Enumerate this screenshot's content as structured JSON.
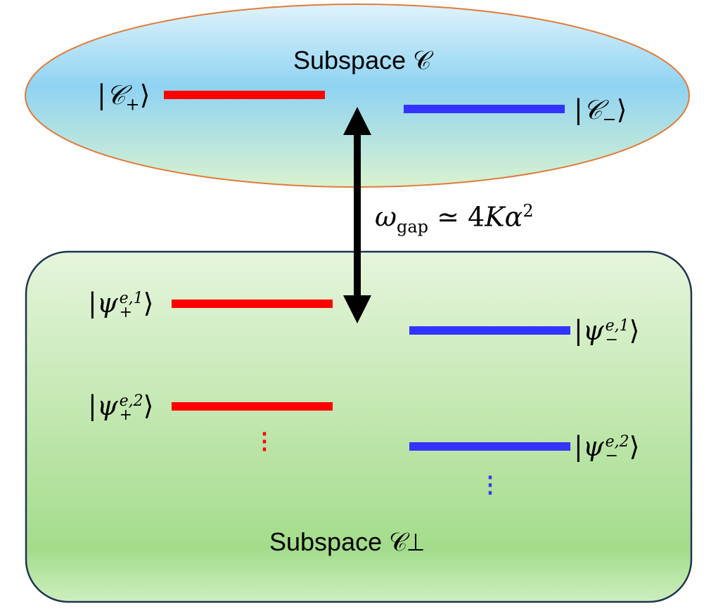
{
  "subspace_c": {
    "label": "Subspace 𝒞",
    "state_plus": {
      "ket": "|𝒞₊⟩",
      "color": "#ff0000"
    },
    "state_minus": {
      "ket": "|𝒞₋⟩",
      "color": "#3333ff"
    }
  },
  "gap": {
    "omega": "ω",
    "sub": "gap",
    "relation": "≃ 4Kα",
    "power": "2"
  },
  "subspace_perp": {
    "label": "Subspace 𝒞⊥",
    "levels": [
      {
        "ket": "|ψ₊^{e,1}⟩",
        "color": "#ff0000"
      },
      {
        "ket": "|ψ₋^{e,1}⟩",
        "color": "#3333ff"
      },
      {
        "ket": "|ψ₊^{e,2}⟩",
        "color": "#ff0000"
      },
      {
        "ket": "|ψ₋^{e,2}⟩",
        "color": "#3333ff"
      }
    ],
    "ellipsis_plus": "⋮",
    "ellipsis_minus": "⋮"
  }
}
